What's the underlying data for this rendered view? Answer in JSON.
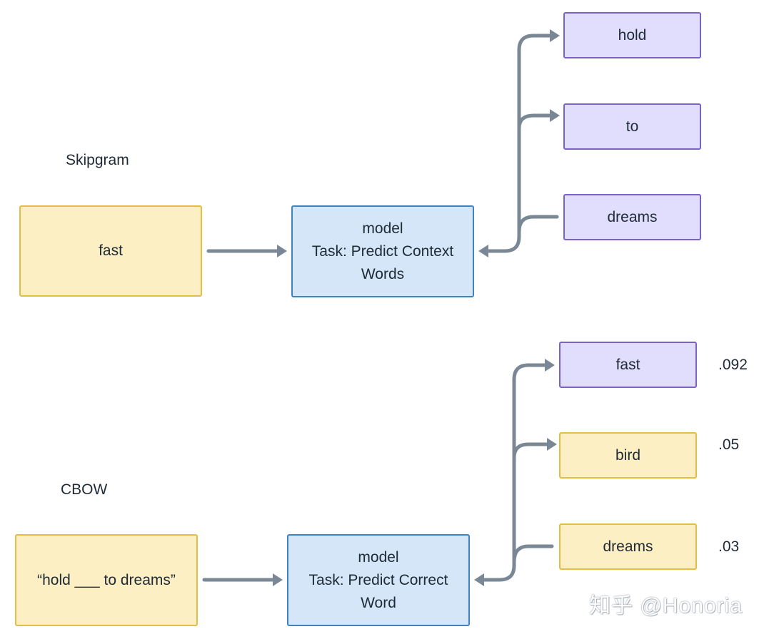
{
  "skipgram": {
    "section_label": "Skipgram",
    "input_word": "fast",
    "model_lines": [
      "model",
      "Task: Predict Context",
      "Words"
    ],
    "outputs": [
      "hold",
      "to",
      "dreams"
    ]
  },
  "cbow": {
    "section_label": "CBOW",
    "input_phrase": "“hold ___ to dreams”",
    "model_lines": [
      "model",
      "Task: Predict Correct",
      "Word"
    ],
    "outputs": [
      {
        "word": "fast",
        "score": ".092"
      },
      {
        "word": "bird",
        "score": ".05"
      },
      {
        "word": "dreams",
        "score": ".03"
      }
    ]
  },
  "watermark": "知乎 @Honoria",
  "colors": {
    "input_fill": "#fdefc4",
    "model_fill": "#d4e6f7",
    "context_fill": "#e0defc",
    "arrow": "#7a8896"
  }
}
